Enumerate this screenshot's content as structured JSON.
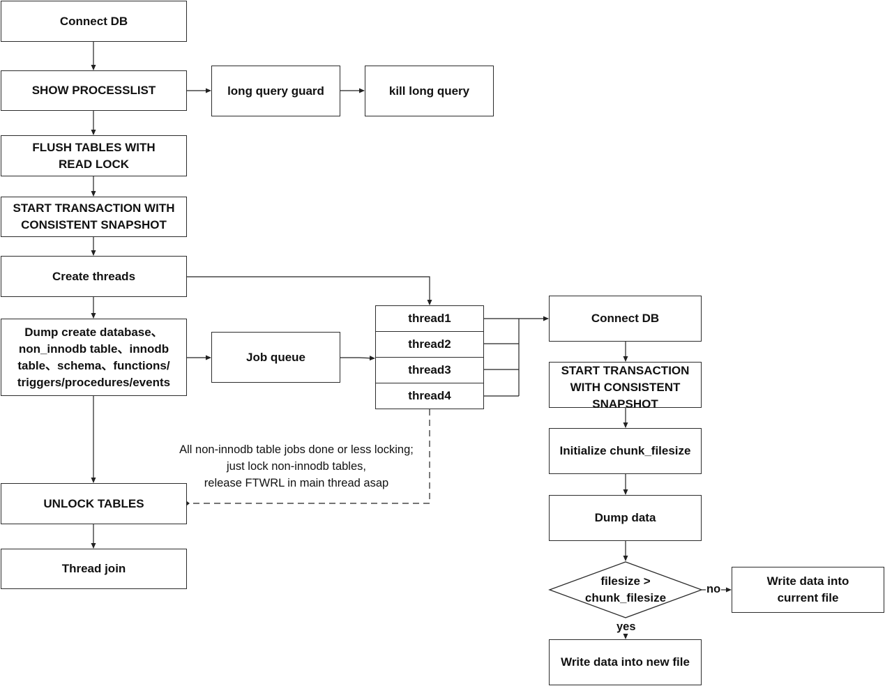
{
  "main_flow": {
    "connect_db": "Connect DB",
    "show_processlist": "SHOW PROCESSLIST",
    "long_query_guard": "long query guard",
    "kill_long_query": "kill long query",
    "flush_tables": "FLUSH TABLES WITH\nREAD LOCK",
    "start_transaction": "START TRANSACTION WITH\nCONSISTENT SNAPSHOT",
    "create_threads": "Create threads",
    "dump_create": "Dump create database、\nnon_innodb table、innodb\ntable、schema、functions/\ntriggers/procedures/events",
    "job_queue": "Job queue",
    "unlock_tables": "UNLOCK TABLES",
    "thread_join": "Thread join"
  },
  "threads": [
    "thread1",
    "thread2",
    "thread3",
    "thread4"
  ],
  "worker_flow": {
    "connect_db": "Connect DB",
    "start_transaction": "START TRANSACTION\nWITH CONSISTENT\nSNAPSHOT",
    "init_chunk": "Initialize chunk_filesize",
    "dump_data": "Dump data",
    "decision": "filesize >\nchunk_filesize",
    "write_current": "Write data into\ncurrent file",
    "write_new": "Write data into new file"
  },
  "labels": {
    "no": "no",
    "yes": "yes",
    "dashed_note": "All non-innodb table jobs done or less locking;\njust lock non-innodb tables,\nrelease FTWRL in main thread asap"
  }
}
